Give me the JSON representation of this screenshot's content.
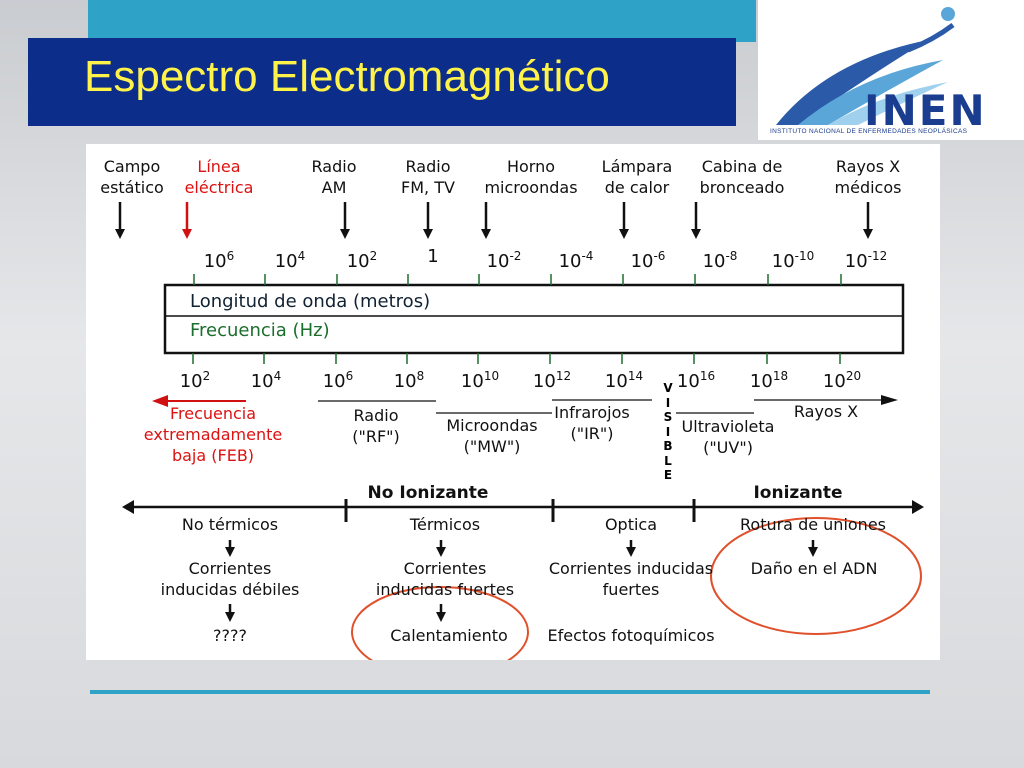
{
  "title": "Espectro Electromagnético",
  "logo": {
    "name": "INEN",
    "subtitle": "INSTITUTO NACIONAL DE ENFERMEDADES NEOPLÁSICAS"
  },
  "sources": [
    {
      "label": "Campo\nestático",
      "red": false
    },
    {
      "label": "Línea\neléctrica",
      "red": true
    },
    {
      "label": "Radio\nAM",
      "red": false
    },
    {
      "label": "Radio\nFM, TV",
      "red": false
    },
    {
      "label": "Horno\nmicroondas",
      "red": false
    },
    {
      "label": "Lámpara\nde calor",
      "red": false
    },
    {
      "label": "Cabina de\nbronceado",
      "red": false
    },
    {
      "label": "Rayos X\nmédicos",
      "red": false
    }
  ],
  "wavelength_ticks": [
    {
      "base": "10",
      "exp": "6"
    },
    {
      "base": "10",
      "exp": "4"
    },
    {
      "base": "10",
      "exp": "2"
    },
    {
      "base": "1",
      "exp": ""
    },
    {
      "base": "10",
      "exp": "-2"
    },
    {
      "base": "10",
      "exp": "-4"
    },
    {
      "base": "10",
      "exp": "-6"
    },
    {
      "base": "10",
      "exp": "-8"
    },
    {
      "base": "10",
      "exp": "-10"
    },
    {
      "base": "10",
      "exp": "-12"
    }
  ],
  "band": {
    "wavelength_label": "Longitud de onda (metros)",
    "frequency_label": "Frecuencia (Hz)"
  },
  "frequency_ticks": [
    {
      "base": "10",
      "exp": "2"
    },
    {
      "base": "10",
      "exp": "4"
    },
    {
      "base": "10",
      "exp": "6"
    },
    {
      "base": "10",
      "exp": "8"
    },
    {
      "base": "10",
      "exp": "10"
    },
    {
      "base": "10",
      "exp": "12"
    },
    {
      "base": "10",
      "exp": "14"
    },
    {
      "base": "10",
      "exp": "16"
    },
    {
      "base": "10",
      "exp": "18"
    },
    {
      "base": "10",
      "exp": "20"
    }
  ],
  "regions": {
    "feb": "Frecuencia\nextremadamente\nbaja (FEB)",
    "radio": "Radio\n(\"RF\")",
    "microwave": "Microondas\n(\"MW\")",
    "infrared": "Infrarojos\n(\"IR\")",
    "visible": "V\nI\nS\nI\nB\nL\nE",
    "ultraviolet": "Ultravioleta\n(\"UV\")",
    "xray": "Rayos X"
  },
  "ionization": {
    "non_ionizing": "No Ionizante",
    "ionizing": "Ionizante"
  },
  "effects": [
    {
      "category": "No térmicos",
      "effect": "Corrientes\ninducidas débiles",
      "result": "????"
    },
    {
      "category": "Térmicos",
      "effect": "Corrientes\ninducidas fuertes",
      "result": "Calentamiento"
    },
    {
      "category": "Optica",
      "effect": "Corrientes inducidas\nfuertes",
      "result": "Efectos fotoquímicos"
    },
    {
      "category": "Rotura de uniones",
      "effect": "Daño en el ADN",
      "result": ""
    }
  ],
  "colors": {
    "title_bg": "#0c2e8a",
    "title_text": "#fff34a",
    "accent": "#2fa3c7",
    "highlight_circle": "#e0502a",
    "red_text": "#d11111"
  }
}
